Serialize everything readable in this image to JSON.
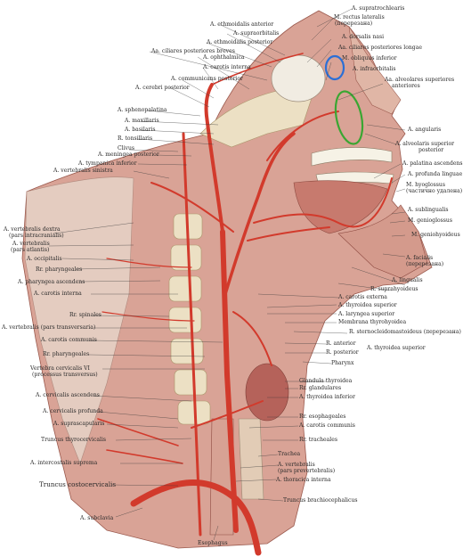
{
  "labels": {
    "supratrochlearis": "A. supratrochlearis",
    "rectus_lateralis": "M. rectus lateralis",
    "rectus_lateralis_2": "(перерезана)",
    "ethmoidalis_anterior": "A. ethmoidalis anterior",
    "supraorbitalis": "A. supraorbitalis",
    "dorsalis_nasi": "A. dorsalis nasi",
    "ethmoidalis_posterior": "A. ethmoidalis posterior",
    "ciliares_breves": "Aa. ciliares posteriores breves",
    "ciliares_longae": "Aa. ciliares posteriores longae",
    "ophthalmica": "A. ophthalmica",
    "obliquus_inferior": "M. obliquus inferior",
    "carotis_interna_top": "A. carotis interna",
    "infraorbitalis": "A. infraorbitalis",
    "communicans_posterior": "A. communicans posterior",
    "alveolares_sup_ant": "Aa. alveolares superiores",
    "alveolares_sup_ant_2": "anteriores",
    "cerebri_posterior": "A. cerebri posterior",
    "sphenopalatina": "A. sphenopalatina",
    "maxillaris": "A. maxillaris",
    "basilaris": "A. basilaris",
    "angularis": "A. angularis",
    "tonsillaris": "R. tonsillaris",
    "clivus": "Clivus",
    "alveolaris_sup_post": "A. alveolaris superior",
    "alveolaris_sup_post_2": "posterior",
    "meningea_posterior": "A. meningea posterior",
    "palatina_ascendens": "A. palatina ascendens",
    "tympanica_inferior": "A. tympanica inferior",
    "vertebralis_sinistra": "A. vertebralis sinistra",
    "profunda_linguae": "A. profunda linguae",
    "hyoglossus": "M. hyoglossus",
    "hyoglossus_2": "(частично удалена)",
    "sublingualis": "A. sublingualis",
    "genioglossus": "M. genioglossus",
    "geniohyoideus": "M. geniohyoideus",
    "vertebralis_dextra": "A. vertebralis dextra",
    "vertebralis_dextra_2": "(pars intracranialis)",
    "vertebralis_atlantis": "A. vertebralis",
    "vertebralis_atlantis_2": "(pars atlantis)",
    "occipitalis": "A. occipitalis",
    "facialis": "A. facialis",
    "facialis_2": "(перерезана)",
    "pharyngeales_top": "Rr. pharyngeales",
    "lingualis": "A. lingualis",
    "pharyngea_ascendens": "A. pharyngea ascendens",
    "suprahyoideus": "R. suprahyoideus",
    "carotis_externa": "A. carotis externa",
    "carotis_interna_mid": "A. carotis interna",
    "thyroidea_superior_top": "A. thyroidea superior",
    "spinales": "Rr. spinales",
    "laryngea_superior": "A. laryngea superior",
    "membrana_thyrohyoidea": "Membrana thyrohyoidea",
    "vertebralis_transv": "A. vertebralis (pars transversaria)",
    "sternocleidomastoideus": "R. sternocleidomastoideus (перерезана)",
    "carotis_communis_left": "A. carotis communis",
    "r_anterior": "R. anterior",
    "r_posterior": "R. posterior",
    "thyroidea_superior_right": "A. thyroidea superior",
    "pharyngeales_mid": "Rr. pharyngeales",
    "pharynx": "Pharynx",
    "vertebra_vi": "Vertebra cervicalis VI",
    "vertebra_vi_2": "(processus transversus)",
    "glandula_thyroidea": "Glandula thyroidea",
    "glandulares": "Rr. glandulares",
    "thyroidea_inferior": "A. thyroidea inferior",
    "cervicalis_ascendens": "A. cervicalis ascendens",
    "esophageales": "Rr. esophageales",
    "cervicalis_profunda": "A. cervicalis profunda",
    "carotis_communis_right": "A. carotis communis",
    "suprascapularis": "A. suprascapularis",
    "truncus_thyrocervicalis": "Truncus thyrocervicalis",
    "tracheales": "Rr. tracheales",
    "trachea": "Trachea",
    "intercostalis_suprema": "A. intercostalis suprema",
    "vertebralis_prevert": "A. vertebralis",
    "vertebralis_prevert_2": "(pars prevertebralis)",
    "truncus_costocervicalis": "Truncus costocervicalis",
    "thoracica_interna": "A. thoracica interna",
    "truncus_brachiocephalicus": "Truncus brachiocephalicus",
    "subclavia": "A. subclavia",
    "esophagus": "Esophagus"
  },
  "colors": {
    "artery": "#d23a2c",
    "artery_dark": "#a8241a",
    "muscle": "#c98a80",
    "muscle_light": "#e8c2b5",
    "bone": "#ece0c4",
    "highlight_blue": "#2b6fd6",
    "highlight_green": "#3aa632",
    "leader": "#3a3a3a"
  }
}
